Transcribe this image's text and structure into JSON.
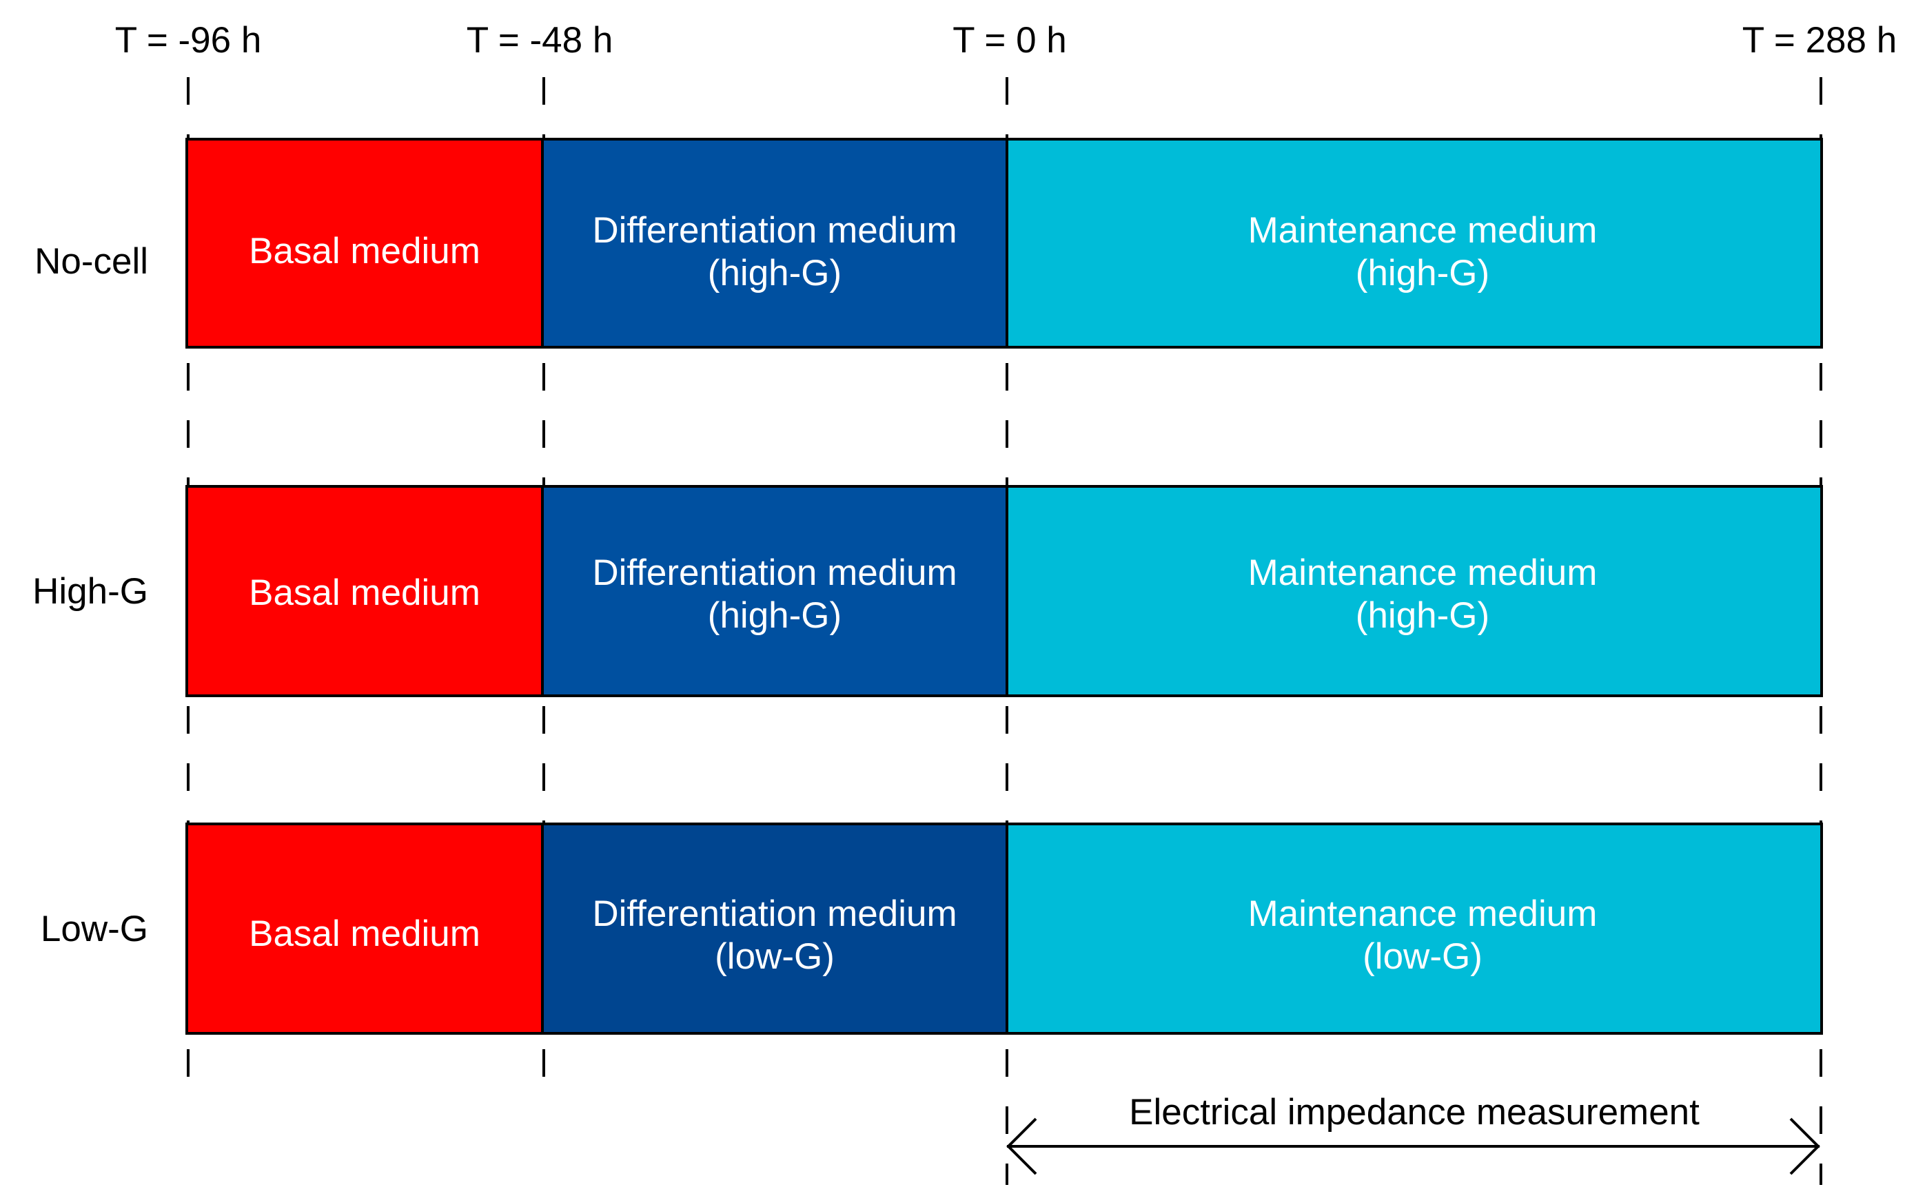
{
  "time_points": [
    {
      "id": "t-minus-96",
      "label": "T = -96 h"
    },
    {
      "id": "t-minus-48",
      "label": "T = -48 h"
    },
    {
      "id": "t-zero",
      "label": "T = 0 h"
    },
    {
      "id": "t-288",
      "label": "T = 288 h"
    }
  ],
  "rows": [
    {
      "label": "No-cell",
      "segments": [
        {
          "lines": [
            "Basal medium"
          ],
          "color": "#ff0000"
        },
        {
          "lines": [
            "Differentiation medium",
            "(high-G)"
          ],
          "color": "#0050a0"
        },
        {
          "lines": [
            "Maintenance medium",
            "(high-G)"
          ],
          "color": "#00bcd8"
        }
      ]
    },
    {
      "label": "High-G",
      "segments": [
        {
          "lines": [
            "Basal medium"
          ],
          "color": "#ff0000"
        },
        {
          "lines": [
            "Differentiation medium",
            "(high-G)"
          ],
          "color": "#0050a0"
        },
        {
          "lines": [
            "Maintenance medium",
            "(high-G)"
          ],
          "color": "#00bcd8"
        }
      ]
    },
    {
      "label": "Low-G",
      "segments": [
        {
          "lines": [
            "Basal medium"
          ],
          "color": "#ff0000"
        },
        {
          "lines": [
            "Differentiation medium",
            "(low-G)"
          ],
          "color": "#004590"
        },
        {
          "lines": [
            "Maintenance medium",
            "(low-G)"
          ],
          "color": "#00bcd8"
        }
      ]
    }
  ],
  "measurement_range": {
    "label": "Electrical impedance measurement",
    "from": "T = 0 h",
    "to": "T = 288 h"
  }
}
